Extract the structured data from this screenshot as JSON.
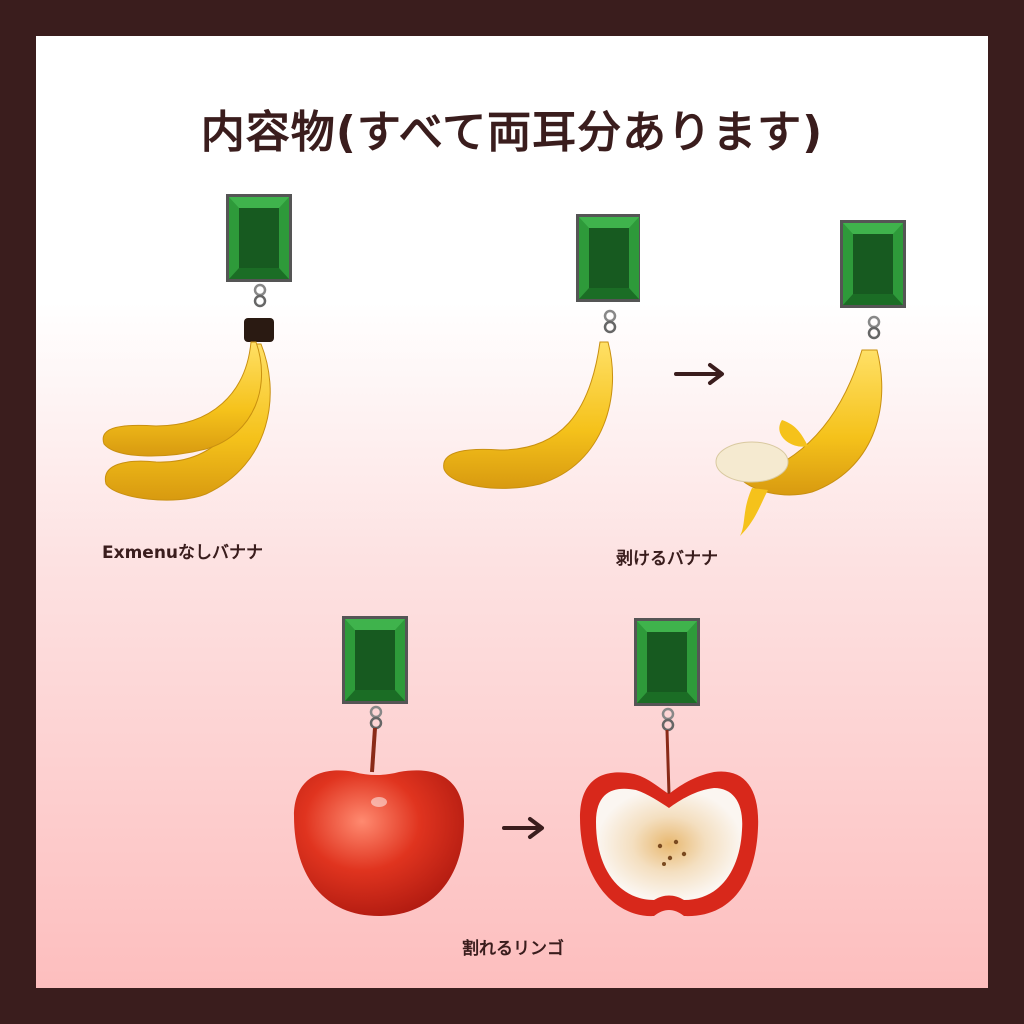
{
  "title": "内容物(すべて両耳分あります)",
  "captions": {
    "banana_plain": "Exmenuなしバナナ",
    "banana_peel": "剥けるバナナ",
    "apple_split": "割れるリンゴ"
  },
  "icons": {
    "arrow": "right-arrow-icon",
    "charm": "green-gem-charm"
  },
  "colors": {
    "border": "#3a1d1d",
    "gem": "#1e7a2a",
    "banana": "#f5c21b",
    "apple": "#d8281b"
  }
}
